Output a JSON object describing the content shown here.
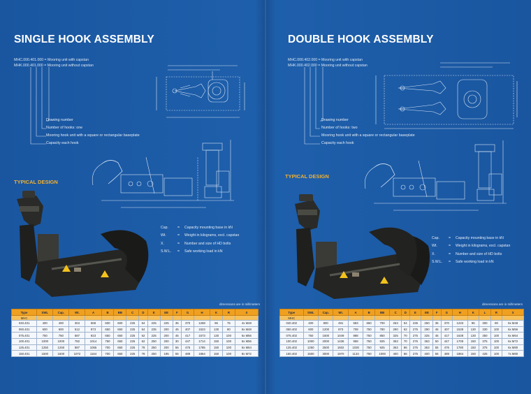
{
  "left": {
    "title": "SINGLE HOOK ASSEMBLY",
    "codes": [
      "MHC.000.401.000 = Mooring unit with capstan",
      "MHK.000.401.000 = Mooring unit without capstan"
    ],
    "legend_items": [
      "Drawing number",
      "Number of hooks: one",
      "Mooring hook unit with a square or rectangular baseplate",
      "Capacity each hook"
    ],
    "typical_design": "TYPICAL DESIGN",
    "abbreviations": [
      {
        "key": "Cap.",
        "value": "Capacity mounting base in kN"
      },
      {
        "key": "Wt.",
        "value": "Weight in kilograms, excl. capstan"
      },
      {
        "key": "X.",
        "value": "Number and size of HD bolts"
      },
      {
        "key": "S.W.L.",
        "value": "Safe working load in kN"
      }
    ],
    "dim_note": "dimensions are in millimeters",
    "table": {
      "headers": [
        "Type",
        "SWL",
        "Cap.",
        "Wt.",
        "A",
        "B",
        "BB",
        "C",
        "D",
        "E",
        "EE",
        "F",
        "G",
        "H",
        "K",
        "R",
        "X"
      ],
      "sub": "MHC",
      "rows": [
        [
          "040.401",
          "400",
          "400",
          "304",
          "668",
          "600",
          "600",
          "225",
          "54",
          "225",
          "225",
          "35",
          "370",
          "1268",
          "96",
          "75",
          "4x M48"
        ],
        [
          "060.401",
          "600",
          "600",
          "512",
          "873",
          "650",
          "650",
          "225",
          "54",
          "235",
          "200",
          "45",
          "407",
          "1523",
          "130",
          "80",
          "6x M48"
        ],
        [
          "075.401",
          "750",
          "750",
          "587",
          "923",
          "650",
          "650",
          "225",
          "62",
          "225",
          "200",
          "45",
          "417",
          "1573",
          "130",
          "100",
          "6x M56"
        ],
        [
          "100.401",
          "1000",
          "1000",
          "782",
          "1014",
          "750",
          "650",
          "225",
          "62",
          "250",
          "200",
          "30",
          "447",
          "1714",
          "150",
          "100",
          "6x M56"
        ],
        [
          "125.401",
          "1250",
          "1250",
          "887",
          "1065",
          "700",
          "650",
          "225",
          "78",
          "250",
          "200",
          "55",
          "476",
          "1785",
          "150",
          "100",
          "6x M64"
        ],
        [
          "150.401",
          "1500",
          "1500",
          "1072",
          "1164",
          "700",
          "650",
          "225",
          "78",
          "250",
          "195",
          "55",
          "489",
          "1864",
          "150",
          "100",
          "8x M72"
        ]
      ]
    }
  },
  "right": {
    "title": "DOUBLE HOOK ASSEMBLY",
    "codes": [
      "MHC.000.402.000 = Mooring unit with capstan",
      "MHK.000.402.000 = Mooring unit without capstan"
    ],
    "legend_items": [
      "Drawing number",
      "Number of hooks: two",
      "Mooring hook unit with a square or rectangular baseplate",
      "Capacity each hook"
    ],
    "typical_design": "TYPICAL DESIGN",
    "abbreviations": [
      {
        "key": "Cap.",
        "value": "Capacity mounting base in kN"
      },
      {
        "key": "Wt.",
        "value": "Weight in kilograms, excl. capstan"
      },
      {
        "key": "X.",
        "value": "Number and size of HD bolts"
      },
      {
        "key": "S.W.L.",
        "value": "Safe working load in kN"
      }
    ],
    "dim_note": "dimensions are in millimeters",
    "table": {
      "headers": [
        "Type",
        "SWL",
        "Cap.",
        "Wt.",
        "A",
        "B",
        "BB",
        "C",
        "D",
        "E",
        "EE",
        "F",
        "G",
        "H",
        "K",
        "L",
        "R",
        "X"
      ],
      "sub": "MHC",
      "rows": [
        [
          "040.402",
          "400",
          "800",
          "491",
          "583",
          "650",
          "700",
          "263",
          "54",
          "235",
          "260",
          "35",
          "370",
          "1233",
          "96",
          "300",
          "80",
          "6x M48"
        ],
        [
          "060.402",
          "600",
          "1200",
          "873",
          "708",
          "750",
          "780",
          "290",
          "62",
          "275",
          "290",
          "45",
          "407",
          "1538",
          "130",
          "330",
          "100",
          "6x M56"
        ],
        [
          "075.402",
          "750",
          "1500",
          "1049",
          "888",
          "750",
          "850",
          "325",
          "70",
          "275",
          "325",
          "45",
          "417",
          "1638",
          "130",
          "350",
          "100",
          "6x M64"
        ],
        [
          "100.402",
          "1000",
          "2000",
          "1436",
          "958",
          "750",
          "925",
          "363",
          "70",
          "275",
          "363",
          "50",
          "447",
          "1709",
          "150",
          "375",
          "100",
          "6x M72"
        ],
        [
          "125.402",
          "1250",
          "2500",
          "1602",
          "1030",
          "750",
          "925",
          "363",
          "86",
          "275",
          "363",
          "55",
          "476",
          "1780",
          "150",
          "375",
          "100",
          "6x M80"
        ],
        [
          "150.402",
          "1500",
          "3000",
          "1970",
          "1134",
          "750",
          "1000",
          "400",
          "86",
          "275",
          "400",
          "55",
          "489",
          "1884",
          "150",
          "425",
          "100",
          "7x M80"
        ]
      ]
    }
  },
  "colors": {
    "background": "#1d5ba6",
    "accent": "#f0a020",
    "heading": "#ffffff"
  }
}
